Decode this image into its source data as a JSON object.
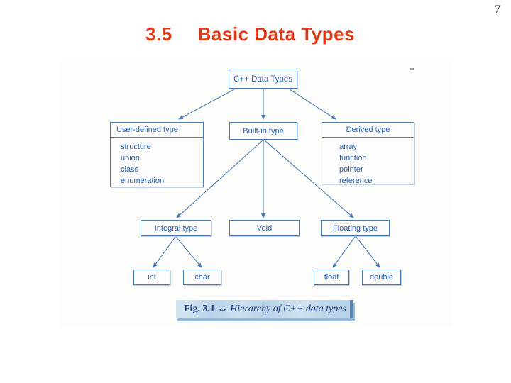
{
  "page_number": "7",
  "title": {
    "section": "3.5",
    "text": "Basic Data Types"
  },
  "diagram": {
    "nodes": {
      "root": "C++ Data Types",
      "user_defined": "User-defined type",
      "built_in": "Built-in type",
      "derived": "Derived type",
      "integral": "Integral type",
      "void": "Void",
      "floating": "Floating type",
      "int": "int",
      "char": "char",
      "float": "float",
      "double": "double"
    },
    "lists": {
      "user_defined": [
        "structure",
        "union",
        "class",
        "enumeration"
      ],
      "derived": [
        "array",
        "function",
        "pointer",
        "reference"
      ]
    },
    "caption": {
      "fig": "Fig. 3.1",
      "symbol": "⇔",
      "text": "Hierarchy of C++ data types"
    },
    "colors": {
      "title": "#e23a17",
      "node_border": "#4a7ab5",
      "node_text": "#2a5fae",
      "connector": "#4d7db8",
      "caption_bg": "#b9d3e8",
      "caption_text": "#1e3c78"
    }
  }
}
